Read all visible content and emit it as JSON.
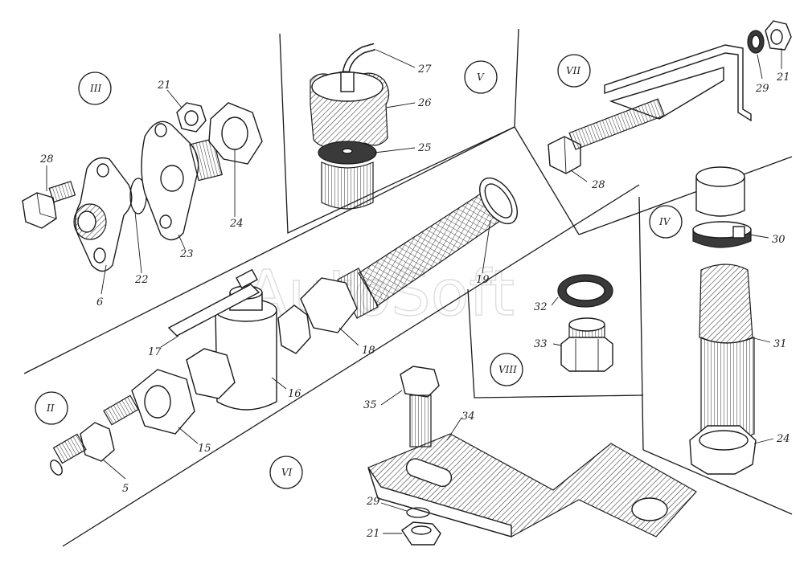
{
  "watermark": "AutoSoft",
  "sections": [
    "III",
    "V",
    "VII",
    "IV",
    "VIII",
    "II",
    "VI"
  ],
  "callouts": [
    "28",
    "21",
    "22",
    "23",
    "24",
    "6",
    "27",
    "26",
    "25",
    "29",
    "21",
    "28",
    "30",
    "31",
    "24",
    "19",
    "17",
    "18",
    "16",
    "15",
    "5",
    "32",
    "33",
    "35",
    "34",
    "29",
    "21"
  ]
}
